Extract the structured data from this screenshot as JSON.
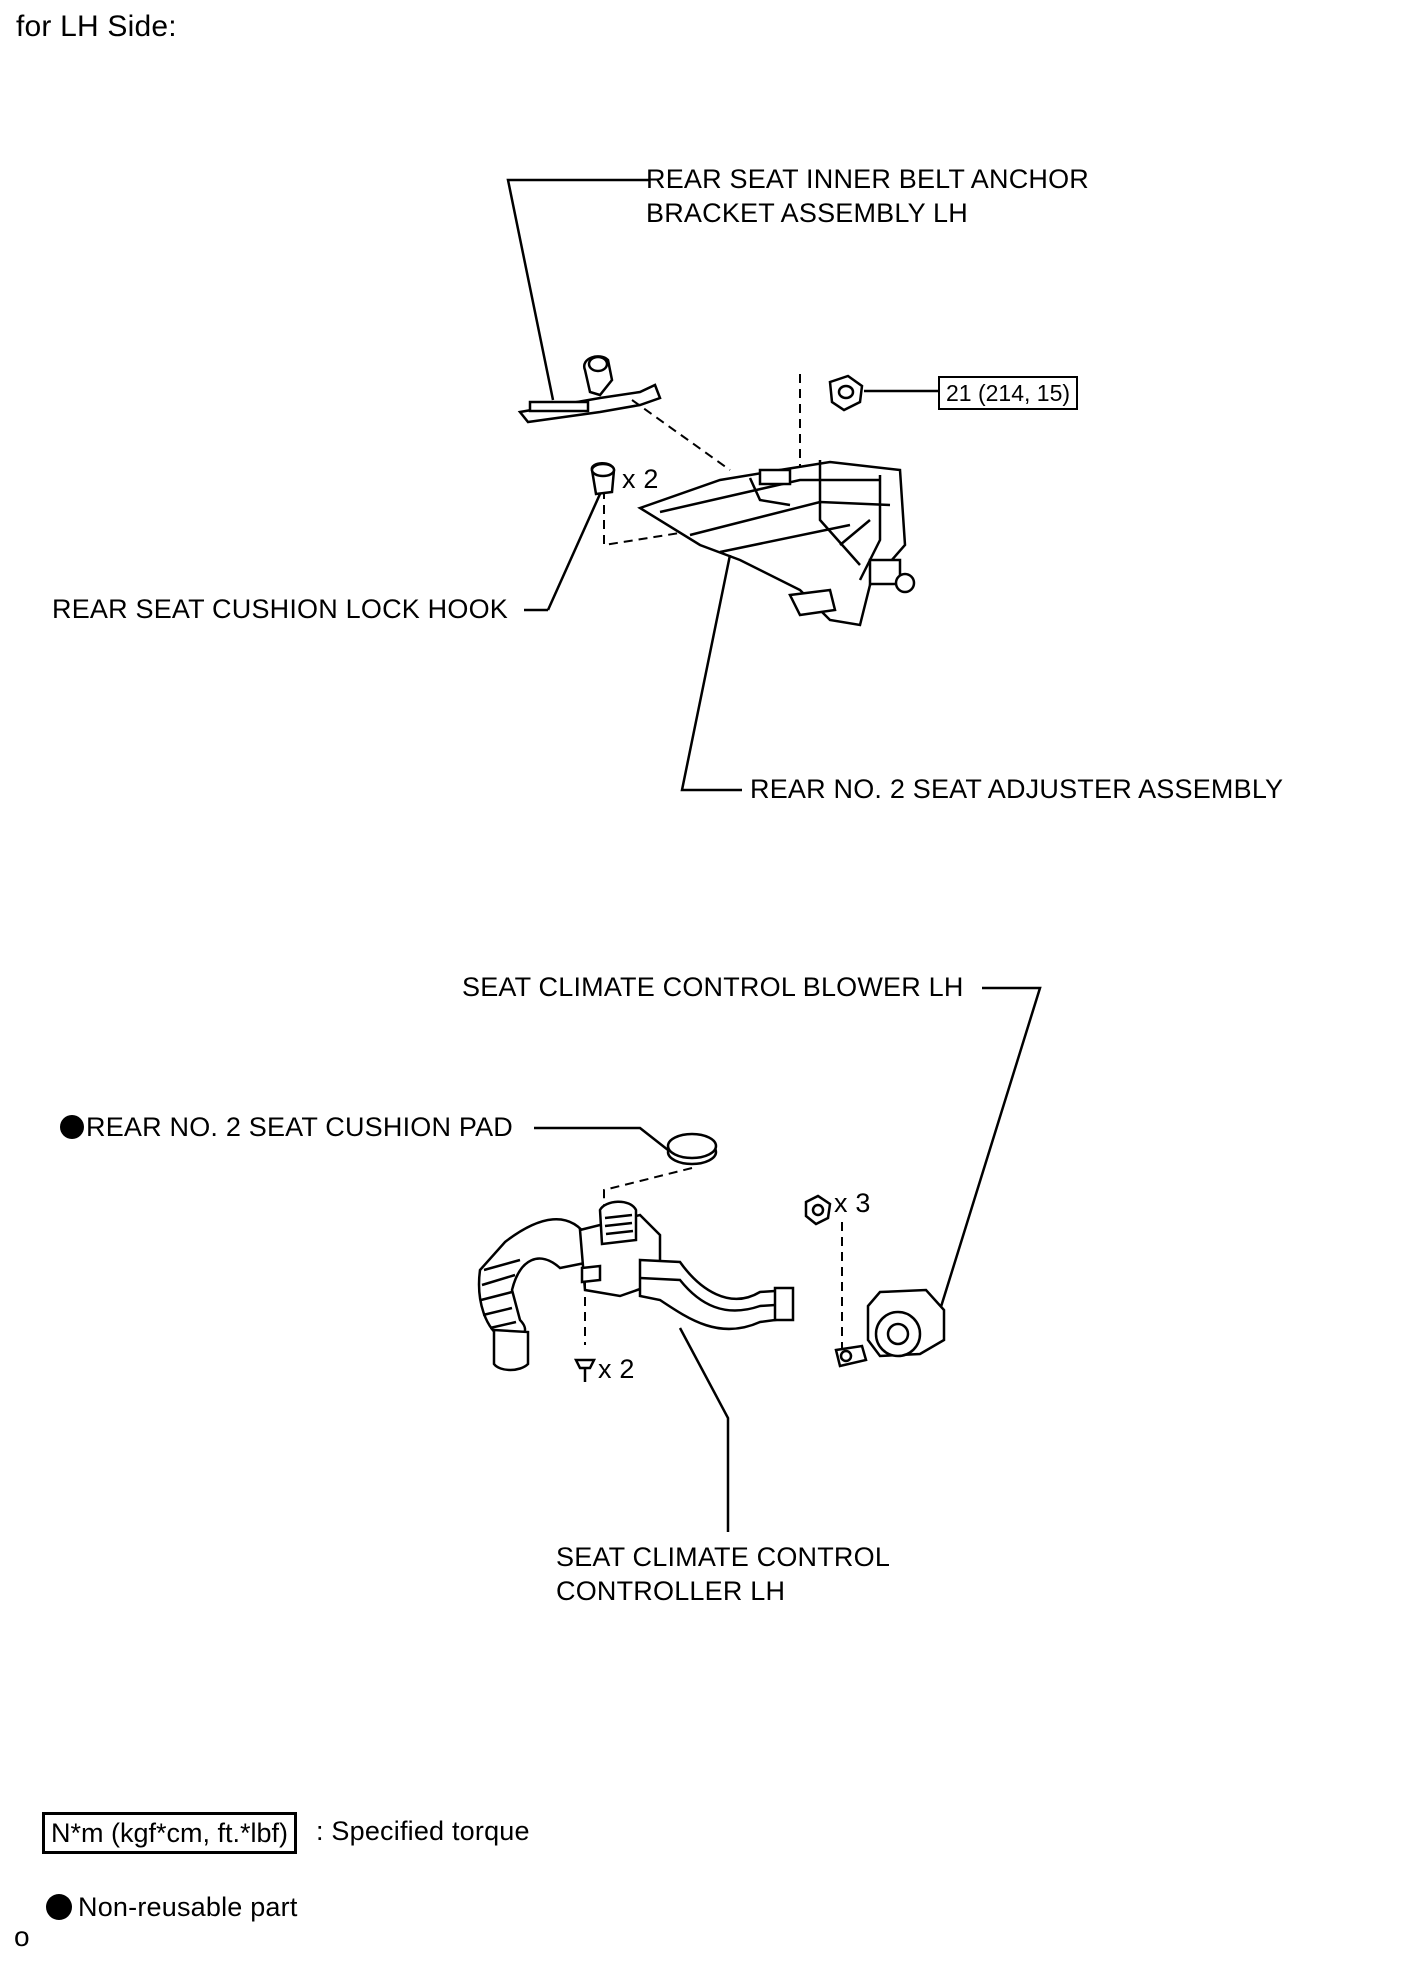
{
  "header": {
    "title": "for LH Side:"
  },
  "callouts": {
    "belt_anchor_line1": "REAR SEAT INNER BELT ANCHOR",
    "belt_anchor_line2": "BRACKET ASSEMBLY LH",
    "torque_value": "21 (214, 15)",
    "lock_hook": "REAR SEAT CUSHION LOCK HOOK",
    "lock_hook_qty": "x 2",
    "seat_adjuster": "REAR NO. 2 SEAT ADJUSTER ASSEMBLY",
    "blower": "SEAT CLIMATE CONTROL BLOWER LH",
    "cushion_pad": "REAR NO. 2  SEAT CUSHION PAD",
    "nut_qty": "x 3",
    "screw_qty": "x 2",
    "controller_line1": "SEAT CLIMATE CONTROL",
    "controller_line2": "CONTROLLER LH"
  },
  "legend": {
    "torque_unit": "N*m (kgf*cm, ft.*lbf)",
    "torque_desc": ": Specified torque",
    "nonreusable_desc": "Non-reusable part"
  },
  "footer": {
    "code": "o"
  },
  "icons": [
    "non-reusable-bullet-icon"
  ]
}
